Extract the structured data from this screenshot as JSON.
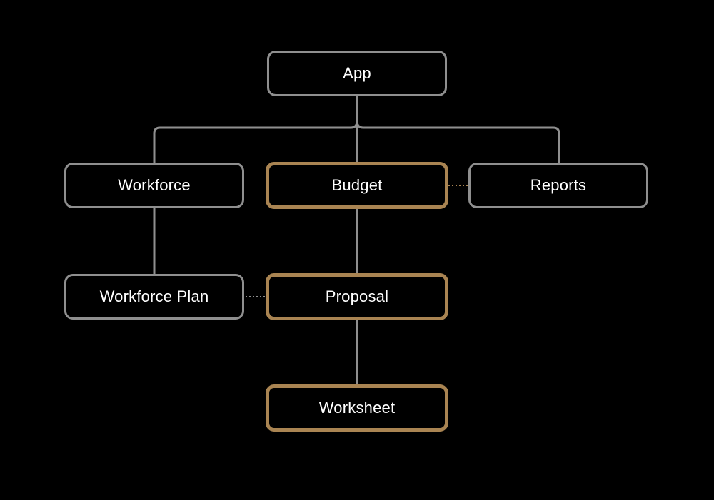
{
  "colors": {
    "background": "#000000",
    "connector": "#8f8f8f",
    "highlight": "#a98452",
    "text": "#ffffff"
  },
  "nodes": {
    "app": {
      "label": "App",
      "style": "default"
    },
    "workforce": {
      "label": "Workforce",
      "style": "default"
    },
    "budget": {
      "label": "Budget",
      "style": "highlighted"
    },
    "reports": {
      "label": "Reports",
      "style": "default"
    },
    "workforce_plan": {
      "label": "Workforce Plan",
      "style": "default"
    },
    "proposal": {
      "label": "Proposal",
      "style": "highlighted"
    },
    "worksheet": {
      "label": "Worksheet",
      "style": "highlighted"
    }
  },
  "edges": [
    {
      "from": "app",
      "to": "workforce",
      "kind": "hierarchy"
    },
    {
      "from": "app",
      "to": "budget",
      "kind": "hierarchy"
    },
    {
      "from": "app",
      "to": "reports",
      "kind": "hierarchy"
    },
    {
      "from": "workforce",
      "to": "workforce_plan",
      "kind": "hierarchy"
    },
    {
      "from": "budget",
      "to": "proposal",
      "kind": "hierarchy"
    },
    {
      "from": "proposal",
      "to": "worksheet",
      "kind": "hierarchy"
    },
    {
      "from": "budget",
      "to": "reports",
      "kind": "dotted-link"
    },
    {
      "from": "workforce_plan",
      "to": "proposal",
      "kind": "dotted-link"
    }
  ]
}
